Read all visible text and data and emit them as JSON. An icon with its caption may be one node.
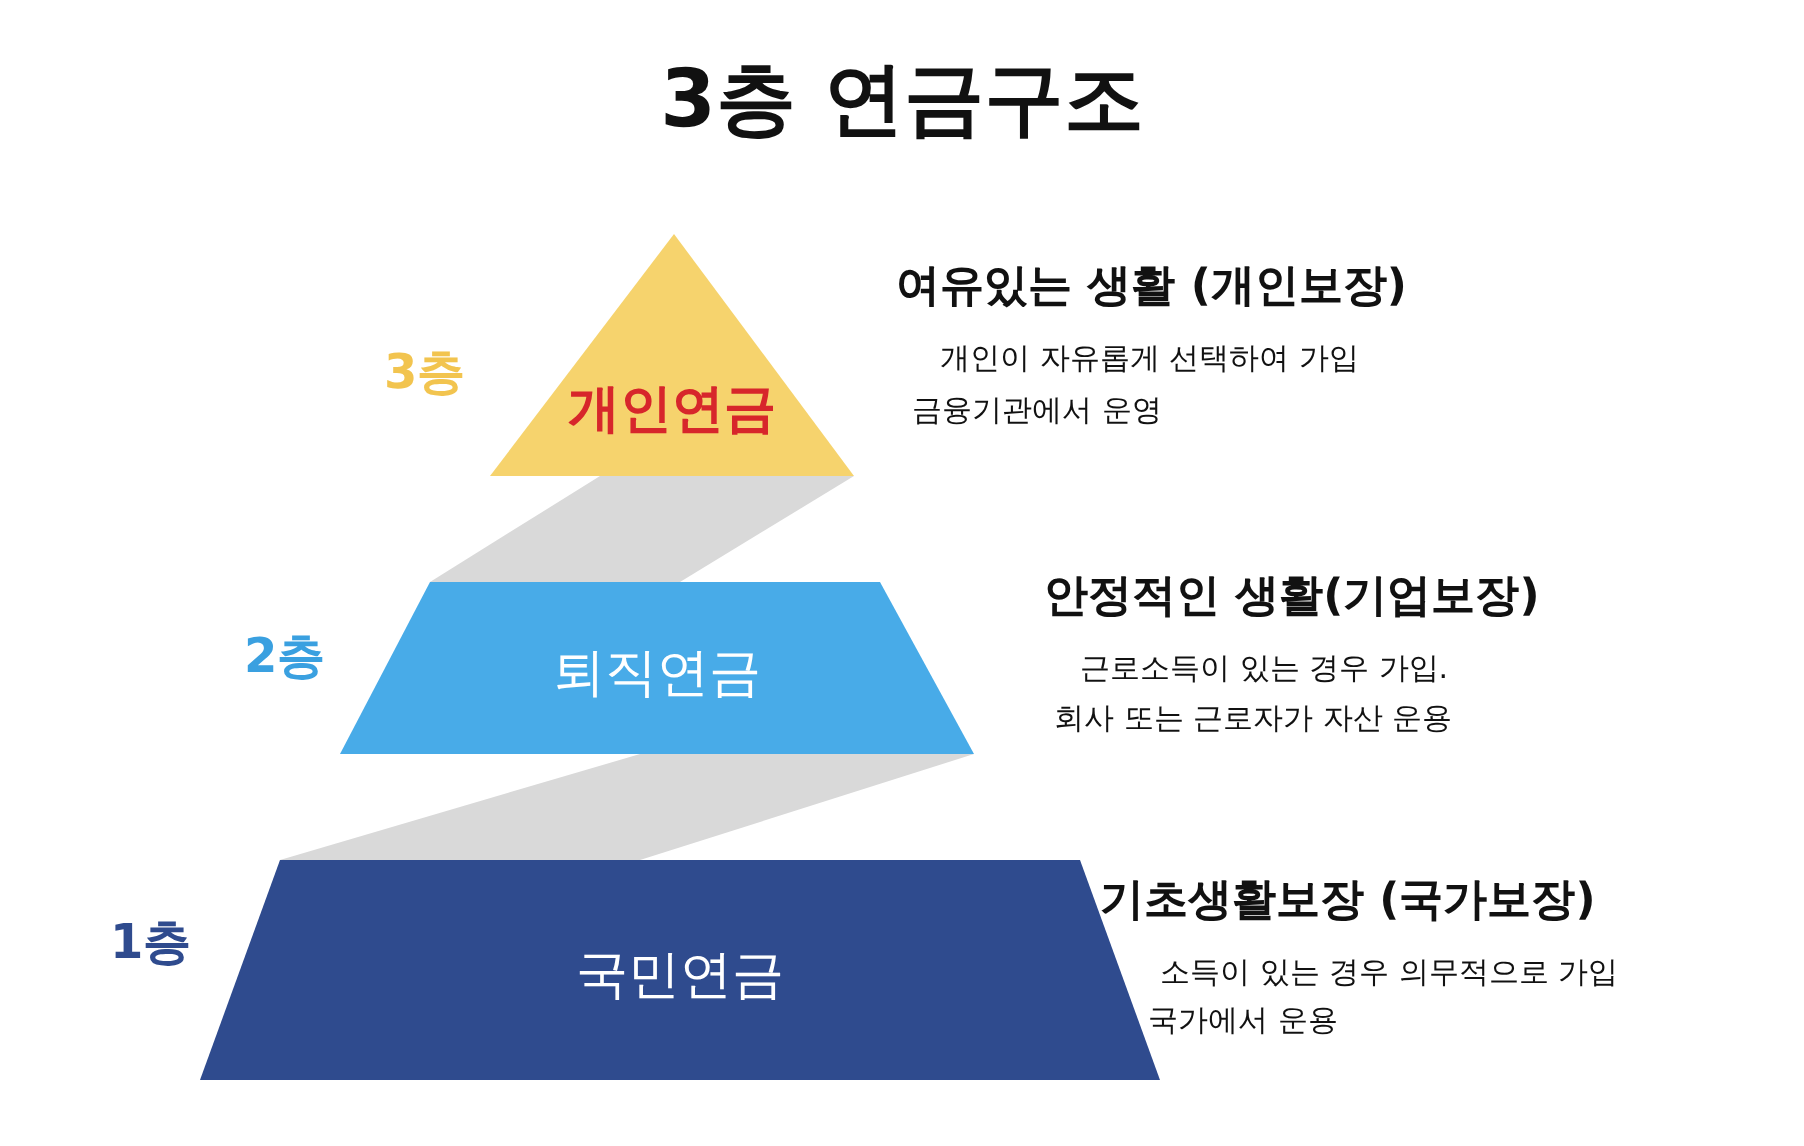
{
  "diagram": {
    "title": "3층 연금구조",
    "nodes": [
      {
        "text": [
          "개인연금"
        ],
        "beside": [
          "3층"
        ]
      },
      {
        "text": [
          "퇴직연금"
        ],
        "beside": [
          "2층"
        ]
      },
      {
        "text": [
          "국민연금"
        ],
        "beside": [
          "1층"
        ]
      }
    ],
    "labels": [
      "여유있는 생활 (개인보장)",
      "개인이 자유롭게 선택하여 가입",
      "금융기관에서 운영",
      "안정적인 생활(기업보장)",
      "근로소득이 있는 경우 가입.",
      "회사 또는 근로자가 자산 운용",
      "기초생활보장 (국가보장)",
      "소득이 있는 경우 의무적으로 가입",
      "국가에서 운용"
    ]
  }
}
